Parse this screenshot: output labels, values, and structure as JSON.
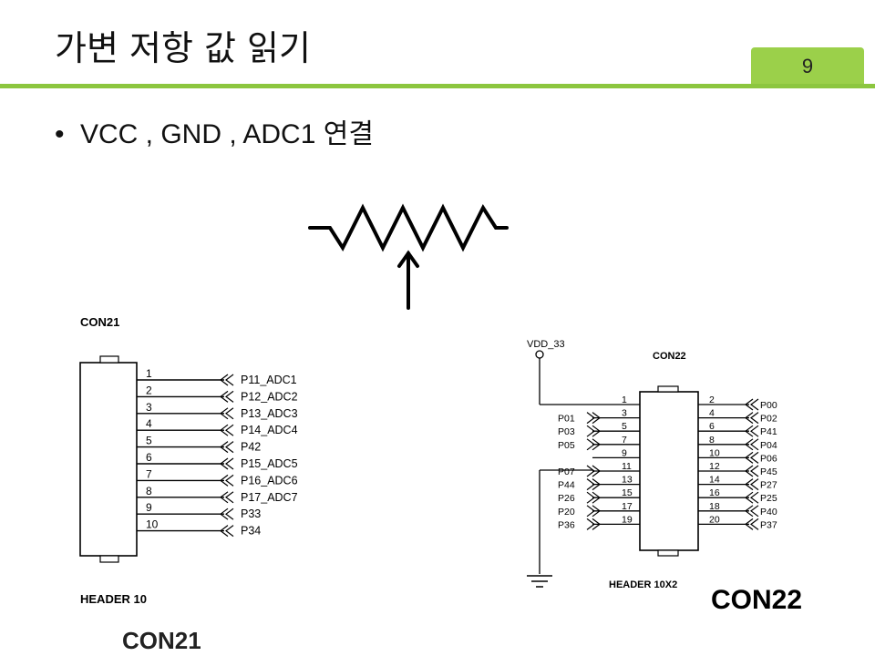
{
  "slide": {
    "title": "가변 저항 값 읽기",
    "page_number": "9",
    "bullet": "VCC , GND , ADC1 연결"
  },
  "colors": {
    "accent": "#8cc63f",
    "badge": "#9bd04a"
  },
  "con21": {
    "ref": "CON21",
    "footer": "HEADER 10",
    "pins": [
      "1",
      "2",
      "3",
      "4",
      "5",
      "6",
      "7",
      "8",
      "9",
      "10"
    ],
    "nets": [
      "P11_ADC1",
      "P12_ADC2",
      "P13_ADC3",
      "P14_ADC4",
      "P42",
      "P15_ADC5",
      "P16_ADC6",
      "P17_ADC7",
      "P33",
      "P34"
    ]
  },
  "con22": {
    "ref": "CON22",
    "footer": "HEADER 10X2",
    "power": "VDD_33",
    "big_label": "CON22",
    "left_pins": [
      "1",
      "3",
      "5",
      "7",
      "9",
      "11",
      "13",
      "15",
      "17",
      "19"
    ],
    "left_nets": [
      "",
      "P01",
      "P03",
      "P05",
      "",
      "P07",
      "P44",
      "P26",
      "P20",
      "P36"
    ],
    "right_pins": [
      "2",
      "4",
      "6",
      "8",
      "10",
      "12",
      "14",
      "16",
      "18",
      "20"
    ],
    "right_nets": [
      "P00",
      "P02",
      "P41",
      "P04",
      "P06",
      "P45",
      "P27",
      "P25",
      "P40",
      "P37"
    ]
  },
  "bottom_cut_label": "CON21"
}
